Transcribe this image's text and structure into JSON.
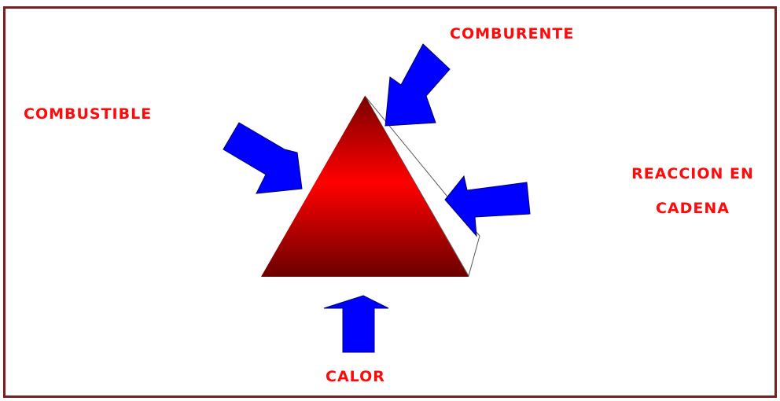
{
  "diagram": {
    "labels": {
      "comburente": "COMBURENTE",
      "combustible": "COMBUSTIBLE",
      "reaccion_line1": "REACCION EN",
      "reaccion_line2": "CADENA",
      "calor": "CALOR"
    },
    "colors": {
      "label_text": "#ff0a0a",
      "arrow_fill": "#0000ff",
      "triangle_light": "#ff0000",
      "triangle_dark": "#6a0000",
      "frame_border": "#7a1f1f"
    }
  }
}
